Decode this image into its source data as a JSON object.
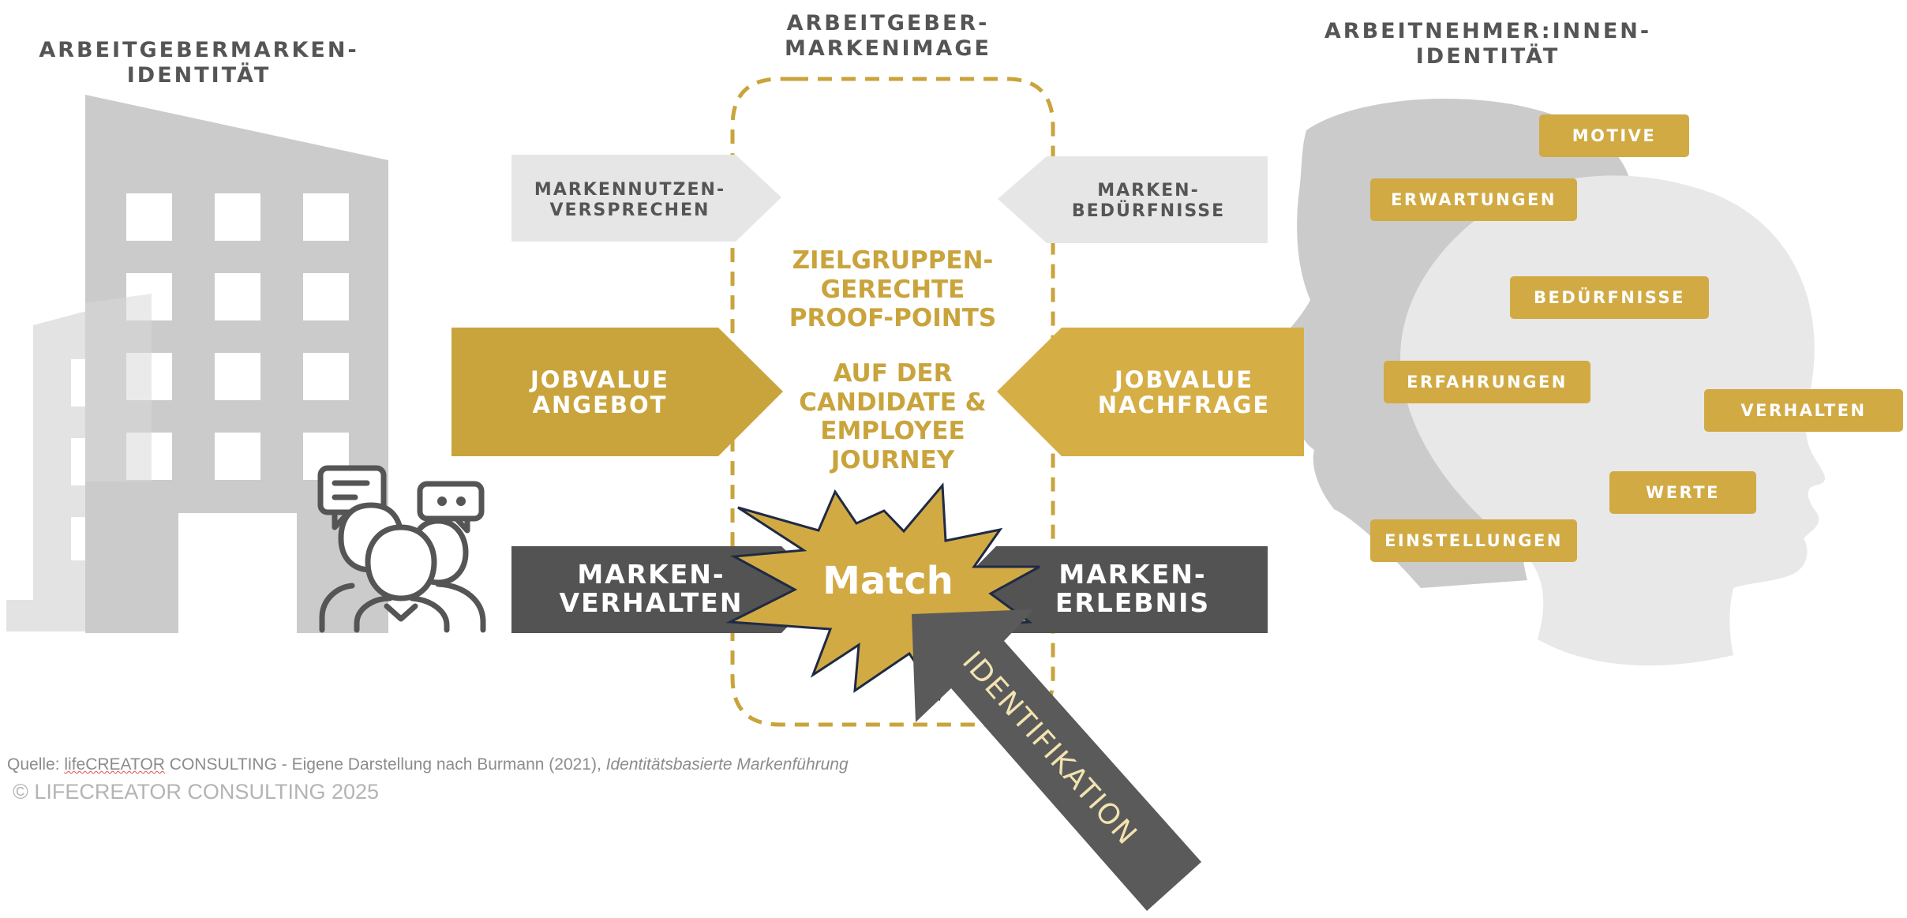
{
  "headings": {
    "left": "ARBEITGEBERMARKEN-\nIDENTITÄT",
    "center": "ARBEITGEBER-\nMARKENIMAGE",
    "right": "ARBEITNEHMER:INNEN-\nIDENTITÄT"
  },
  "arrows": {
    "markennutzen": "MARKENNUTZEN-\nVERSPRECHEN",
    "markenbeduerfnisse": "MARKEN-\nBEDÜRFNISSE",
    "jobvalue_angebot": "JOBVALUE\nANGEBOT",
    "jobvalue_nachfrage": "JOBVALUE\nNACHFRAGE",
    "markenverhalten": "MARKEN-\nVERHALTEN",
    "markenerlebnis": "MARKEN-\nERLEBNIS",
    "identifikation": "IDENTIFIKATION"
  },
  "center_text": {
    "proof_points": "ZIELGRUPPEN-\nGERECHTE\nPROOF-POINTS",
    "journey": "AUF DER\nCANDIDATE &\nEMPLOYEE\nJOURNEY"
  },
  "match_label": "Match",
  "tags": {
    "motive": "MOTIVE",
    "erwartungen": "ERWARTUNGEN",
    "beduerfnisse": "BEDÜRFNISSE",
    "erfahrungen": "ERFAHRUNGEN",
    "verhalten": "VERHALTEN",
    "werte": "WERTE",
    "einstellungen": "EINSTELLUNGEN"
  },
  "source": {
    "prefix": "Quelle: ",
    "brand": "lifeCREATOR",
    "middle": " CONSULTING - Eigene Darstellung nach Burmann (2021), ",
    "title": "Identitätsbasierte Markenführung"
  },
  "copyright": "© LIFECREATOR CONSULTING 2025",
  "colors": {
    "gold": "#c9a43c",
    "gold_light": "#d2aa44",
    "dark_gray": "#535353",
    "light_gray": "#e6e6e6",
    "building_gray": "#cccccc"
  }
}
